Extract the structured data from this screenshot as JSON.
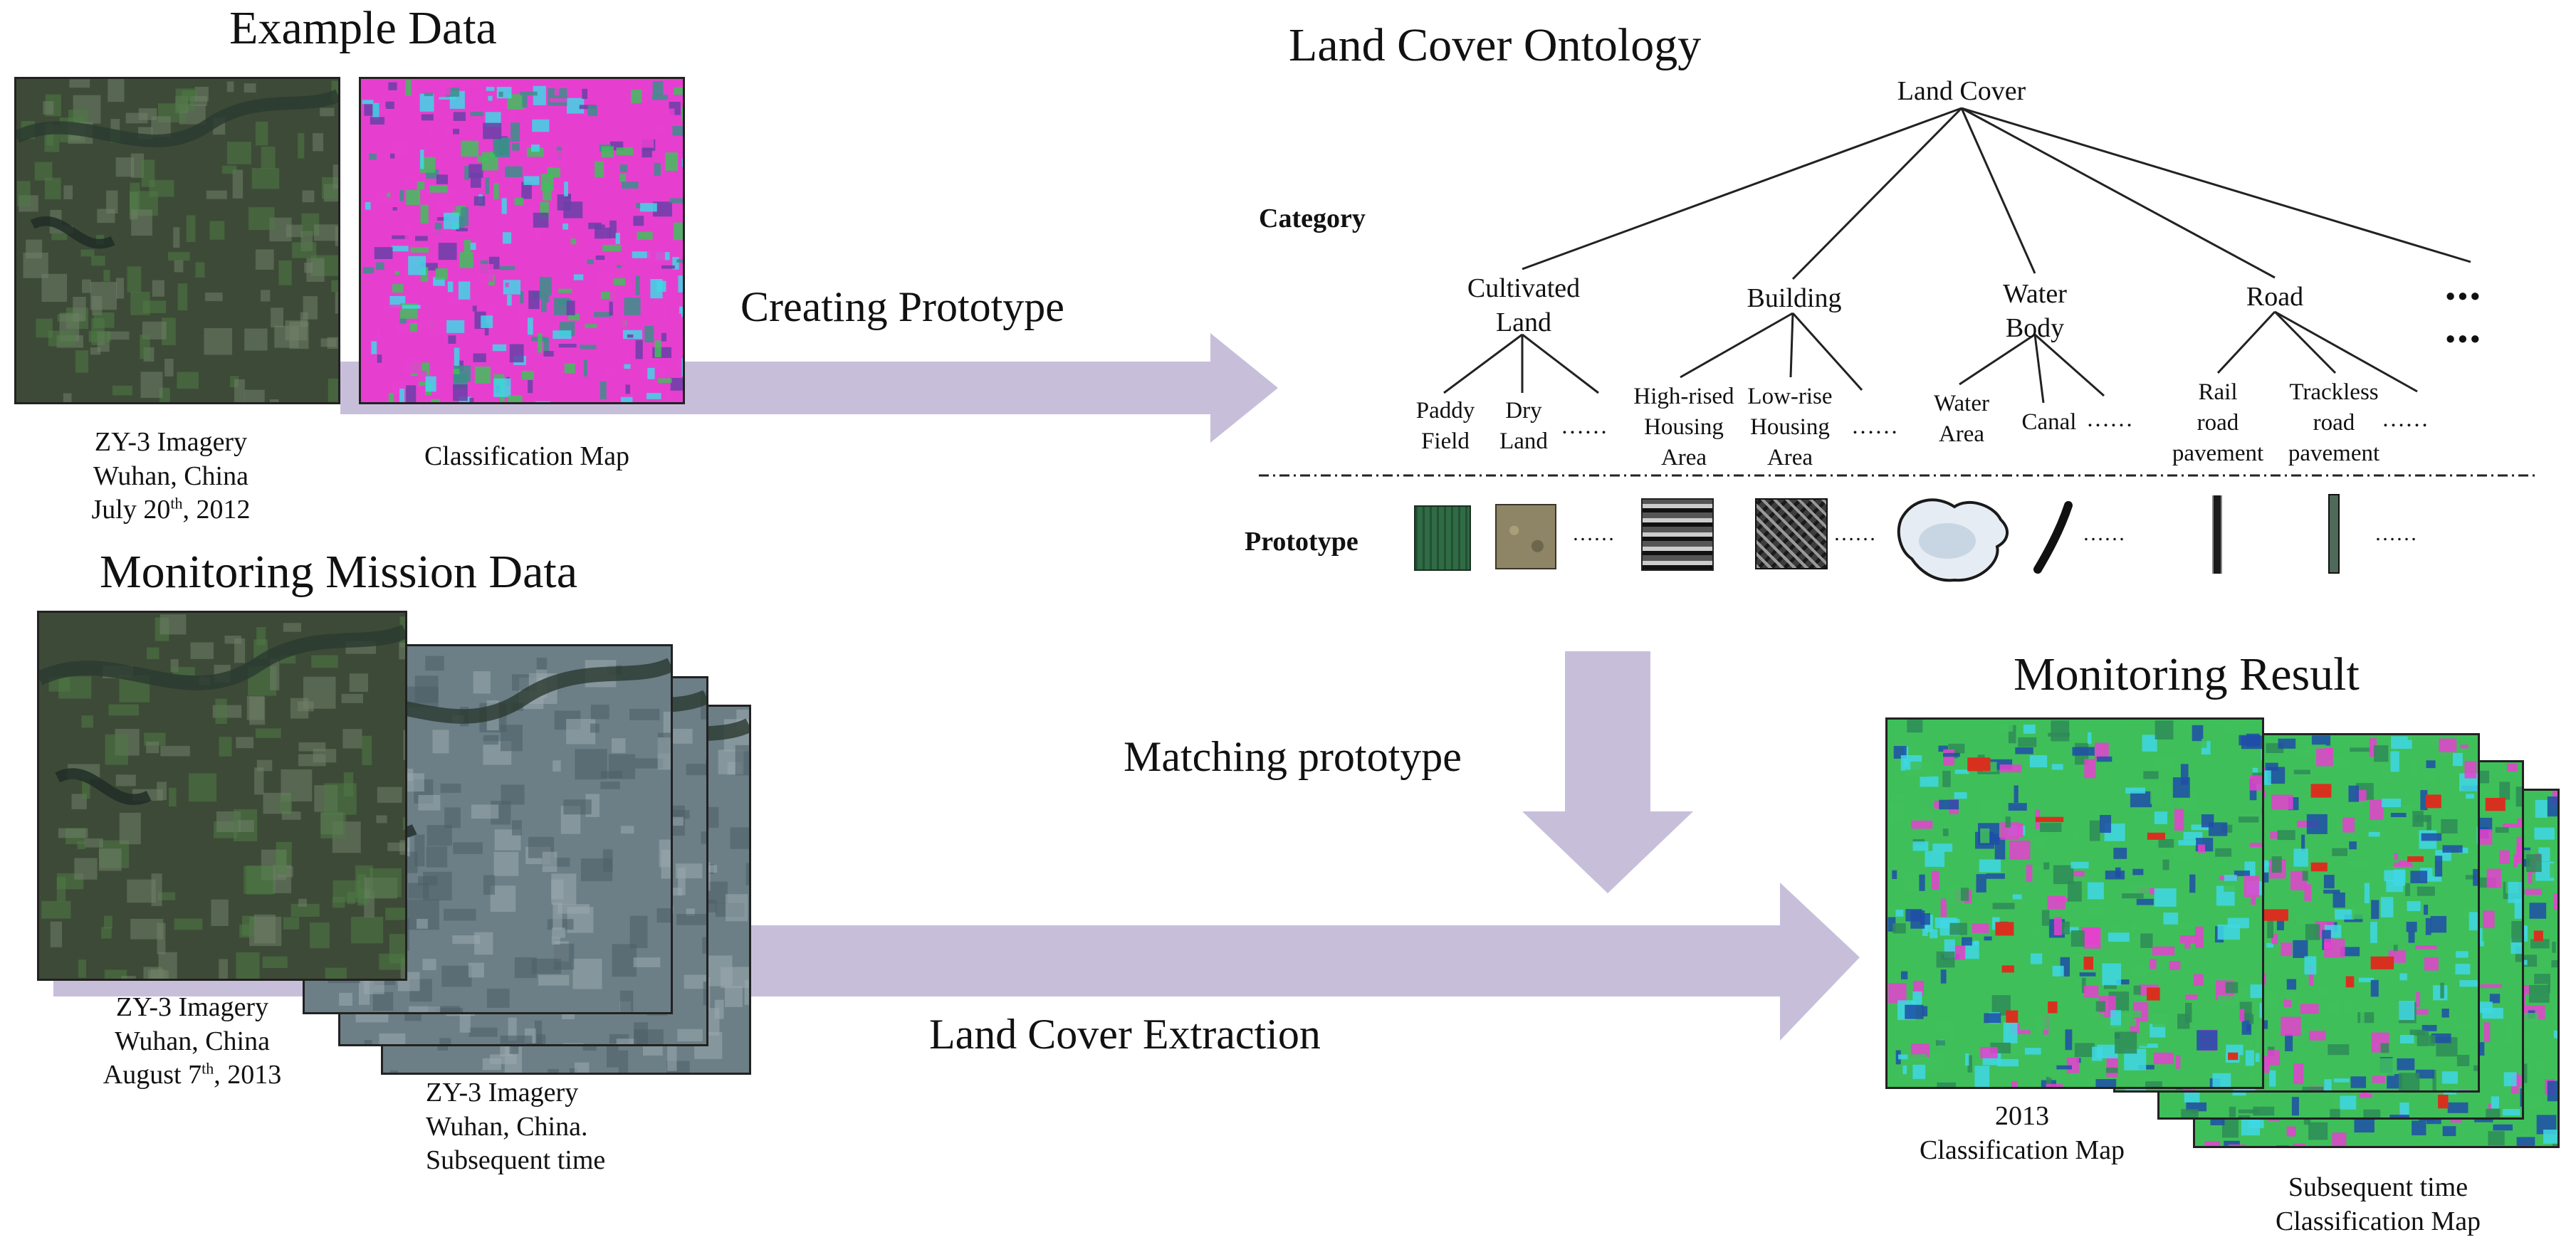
{
  "colors": {
    "arrow": "#c7bfda",
    "line": "#222222",
    "satellite_dark": "#3d4a37",
    "satellite_light": "#6f7f67",
    "satellite_blue": "#6c7f86",
    "class_magenta": "#e63fd0",
    "class_green": "#3fbf5a",
    "class_cyan": "#3fd7e6",
    "class_red": "#d8301f",
    "class_blue": "#1f4ea8"
  },
  "example": {
    "title": "Example Data",
    "imagery_caption": [
      "ZY-3 Imagery",
      "Wuhan, China"
    ],
    "imagery_date": {
      "prefix": "July 20",
      "sup": "th",
      "suffix": ", 2012"
    },
    "classification_caption": "Classification Map"
  },
  "arrows": {
    "creating": "Creating Prototype",
    "matching": "Matching prototype",
    "extraction": "Land Cover Extraction"
  },
  "ontology": {
    "title": "Land Cover Ontology",
    "root": "Land Cover",
    "category_label": "Category",
    "prototype_label": "Prototype",
    "categories": [
      {
        "label": [
          "Cultivated",
          "Land"
        ],
        "children": [
          [
            "Paddy",
            "Field"
          ],
          [
            "Dry",
            "Land"
          ]
        ]
      },
      {
        "label": [
          "Building"
        ],
        "children": [
          [
            "High-rised",
            "Housing",
            "Area"
          ],
          [
            "Low-rise",
            "Housing",
            "Area"
          ]
        ]
      },
      {
        "label": [
          "Water",
          "Body"
        ],
        "children": [
          [
            "Water",
            "Area"
          ],
          [
            "Canal"
          ]
        ]
      },
      {
        "label": [
          "Road"
        ],
        "children": [
          [
            "Rail",
            "road",
            "pavement"
          ],
          [
            "Trackless",
            "road",
            "pavement"
          ]
        ]
      }
    ],
    "ellipsis": "……",
    "more": "•••",
    "prototype_swatches": [
      "paddy-field",
      "dry-land",
      "high-rised-housing",
      "low-rise-housing",
      "water-area",
      "canal",
      "rail-road",
      "trackless-road"
    ]
  },
  "monitoring": {
    "title": "Monitoring Mission Data",
    "imagery_caption": [
      "ZY-3 Imagery",
      "Wuhan, China"
    ],
    "imagery_date": {
      "prefix": "August 7",
      "sup": "th",
      "suffix": ", 2013"
    },
    "subsequent_caption": [
      "ZY-3 Imagery",
      "Wuhan, China.",
      "Subsequent time"
    ]
  },
  "result": {
    "title": "Monitoring Result",
    "map_2013_caption": [
      "2013",
      "Classification Map"
    ],
    "map_subsequent_caption": [
      "Subsequent time",
      "Classification Map"
    ]
  }
}
